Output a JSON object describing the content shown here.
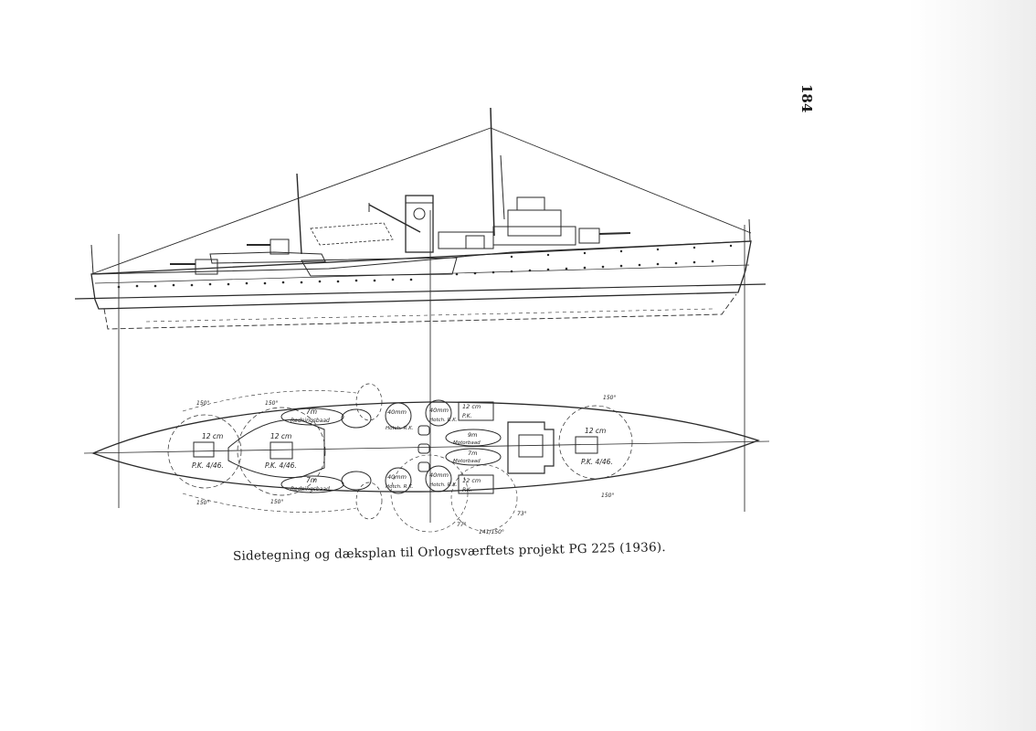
{
  "page": {
    "number": "184",
    "caption": "Sidetegning og dæksplan til Orlogsværftets projekt PG 225 (1936)."
  },
  "drawing": {
    "side_elevation": "Side elevation of warship",
    "deck_plan": {
      "labels": {
        "gun_fwd": "12 cm",
        "gun_fwd_type": "P.K. 4/46.",
        "gun_aft1": "12 cm",
        "gun_aft1_type": "P.K. 4/46.",
        "gun_aft2": "12 cm",
        "gun_aft2_type": "P.K. 4/46.",
        "boat_port_aft": "7m",
        "boat_port_aft_name": "Redningsbaad",
        "boat_stbd_aft": "7m",
        "boat_stbd_aft_name": "Redningsbaad",
        "aa_port": "40mm",
        "aa_port_type": "Hotch. R.K.",
        "aa_stbd": "40mm",
        "aa_stbd_type": "Hotch. R.K.",
        "aa_port2": "40mm",
        "aa_port2_type": "Hotch. R.K.",
        "aa_stbd2": "40mm",
        "aa_stbd2_type": "Hotch. R.K.",
        "gun_mid_port": "12 cm",
        "gun_mid_port_type": "P.K.",
        "gun_mid_stbd": "12 cm",
        "gun_mid_stbd_type": "P.K.",
        "motorboat1": "9m",
        "motorboat1_name": "Motorbaad",
        "motorboat2": "7m",
        "motorboat2_name": "Motorbaad",
        "arc_150_a": "150°",
        "arc_150_b": "150°",
        "arc_150_c": "150°",
        "arc_150_d": "150°",
        "arc_150_e": "150°",
        "arc_150_f": "150°",
        "arc_77": "77°",
        "arc_73": "73°",
        "arc_bottom": "141/150°"
      }
    }
  }
}
